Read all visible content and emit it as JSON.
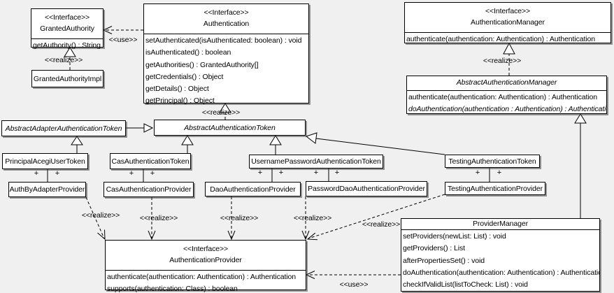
{
  "classes": {
    "granted_authority": {
      "stereotype": "<<Interface>>",
      "name": "GrantedAuthority",
      "methods": [
        "getAuthority() : String"
      ]
    },
    "granted_authority_impl": {
      "name": "GrantedAuthorityImpl"
    },
    "authentication": {
      "stereotype": "<<Interface>>",
      "name": "Authentication",
      "methods": [
        "setAuthenticated(isAuthenticated: boolean) : void",
        "isAuthenticated() : boolean",
        "getAuthorities() : GrantedAuthority[]",
        "getCredentials() : Object",
        "getDetails() : Object",
        "getPrincipal() : Object"
      ]
    },
    "authentication_manager": {
      "stereotype": "<<Interface>>",
      "name": "AuthenticationManager",
      "methods": [
        "authenticate(authentication: Authentication) : Authentication"
      ]
    },
    "abstract_authentication_manager": {
      "name": "AbstractAuthenticationManager",
      "methods": [
        "authenticate(authentication: Authentication) : Authentication",
        "doAuthentication(authentication : Authentication) : Authentication"
      ]
    },
    "abstract_adapter_authentication_token": {
      "name": "AbstractAdapterAuthenticationToken"
    },
    "abstract_authentication_token": {
      "name": "AbstractAuthenticationToken"
    },
    "principal_acegi_user_token": {
      "name": "PrincipalAcegiUserToken"
    },
    "cas_authentication_token": {
      "name": "CasAuthenticationToken"
    },
    "username_password_authentication_token": {
      "name": "UsernamePasswordAuthenticationToken"
    },
    "testing_authentication_token": {
      "name": "TestingAuthenticationToken"
    },
    "auth_by_adapter_provider": {
      "name": "AuthByAdapterProvider"
    },
    "cas_authentication_provider": {
      "name": "CasAuthenticationProvider"
    },
    "dao_authentication_provider": {
      "name": "DaoAuthenticationProvider"
    },
    "password_dao_authentication_provider": {
      "name": "PasswordDaoAuthenticationProvider"
    },
    "testing_authentication_provider": {
      "name": "TestingAuthenticationProvider"
    },
    "authentication_provider": {
      "stereotype": "<<Interface>>",
      "name": "AuthenticationProvider",
      "methods": [
        "authenticate(authentication: Authentication) : Authentication",
        "supports(authentication: Class) : boolean"
      ]
    },
    "provider_manager": {
      "name": "ProviderManager",
      "methods": [
        "setProviders(newList: List) : void",
        "getProviders() : List",
        "afterPropertiesSet() : void",
        "doAuthentication(authentication: Authentication) : Authentication",
        "checkIfValidList(listToCheck: List) : void"
      ]
    }
  },
  "edge_labels": {
    "use": "<<use>>",
    "realize": "<<realize>>",
    "plus": "+"
  },
  "colors": {
    "background": "#f0f0f0",
    "box_fill": "#ffffff",
    "line": "#000000"
  }
}
